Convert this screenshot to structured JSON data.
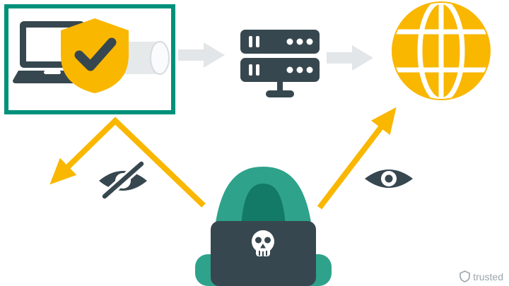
{
  "footer": {
    "brand": "trusted"
  },
  "colors": {
    "teal": "#00917b",
    "dark": "#37474f",
    "yellow": "#f9b700",
    "arrow_gray": "#e2e6e9",
    "tunnel_gray": "#e6e9ea",
    "tunnel_cap": "#fafbfc",
    "tunnel_edge": "#d7dcdf",
    "hood": "#2ea28b",
    "hood_inner": "#127a66",
    "brand_gray": "#9aa4ab",
    "white": "#ffffff"
  },
  "icons": [
    "laptop-icon",
    "shield-check-icon",
    "vpn-tunnel-icon",
    "flow-arrow-right-icon",
    "server-icon",
    "globe-icon",
    "deflected-arrow-icon",
    "attack-arrow-icon",
    "eye-off-icon",
    "eye-icon",
    "hacker-icon",
    "skull-icon",
    "trusted-logo-icon"
  ],
  "diagram": {
    "flow": [
      "protected-device",
      "server",
      "internet-globe"
    ],
    "actor": "hacker",
    "left_indicator": "eye-off",
    "right_indicator": "eye"
  }
}
